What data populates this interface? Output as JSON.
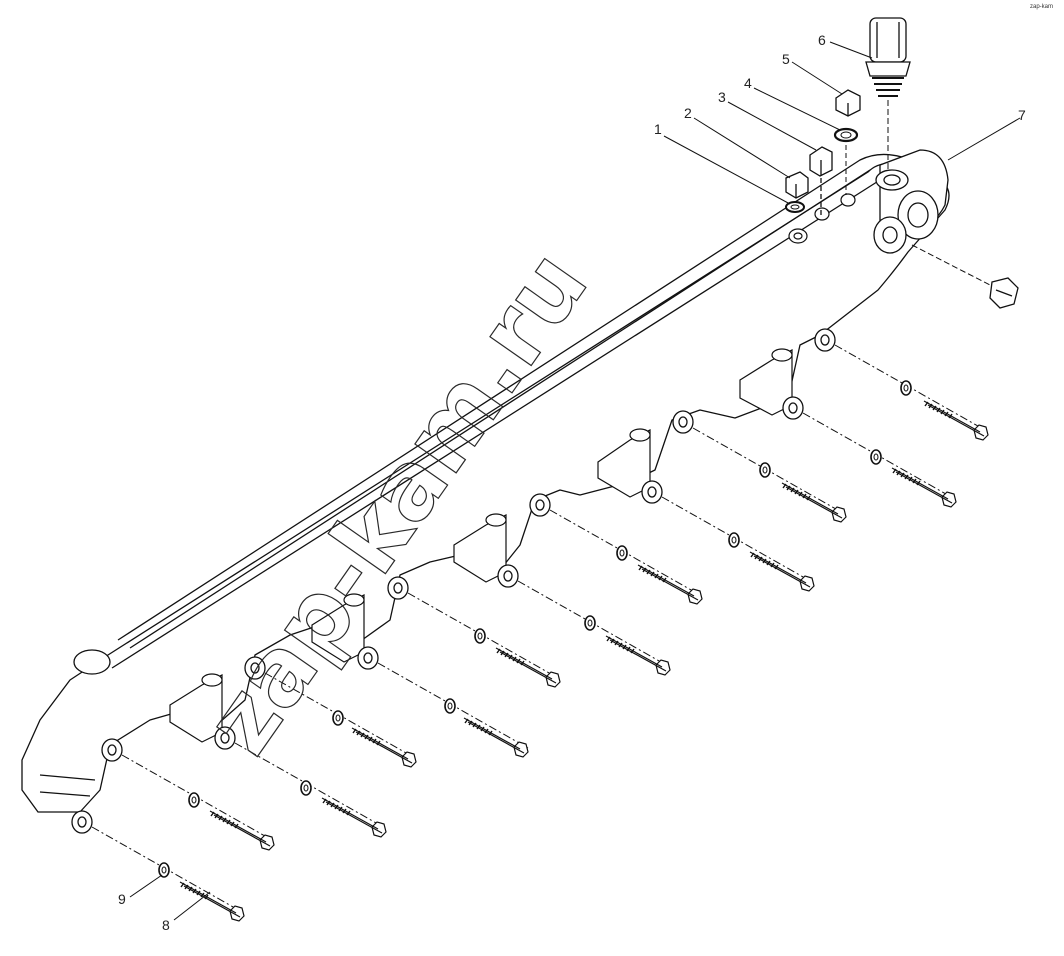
{
  "watermark": "zap-kam.ru",
  "callouts": [
    "1",
    "2",
    "3",
    "4",
    "5",
    "6",
    "7",
    "8",
    "9"
  ],
  "corner_mark": "zap-kam"
}
